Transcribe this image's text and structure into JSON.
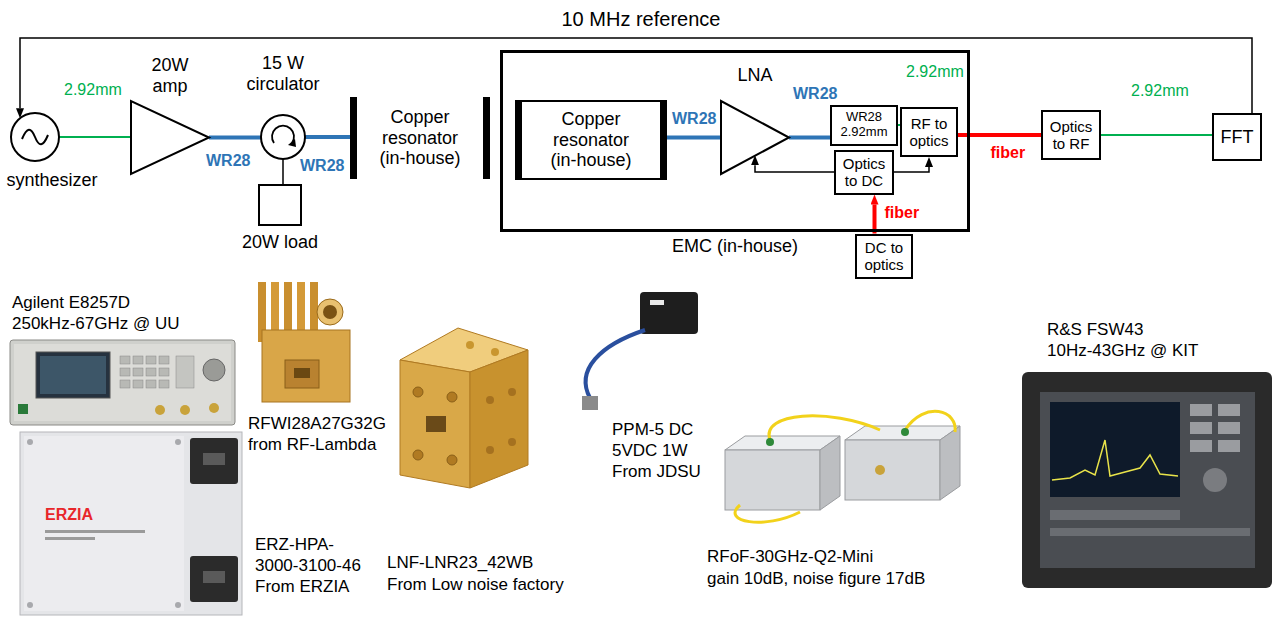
{
  "diagram": {
    "nodes": [
      {
        "text": [
          "synthesizer"
        ]
      },
      {
        "text": [
          "20W amp"
        ]
      },
      {
        "text": [
          "15 W circulator"
        ]
      },
      {
        "text": [
          "20W load"
        ]
      },
      {
        "text": [
          "Copper resonator (in-house)"
        ]
      },
      {
        "text": [
          "EMC (in-house)"
        ]
      },
      {
        "text": [
          "Copper resonator (in-house)"
        ],
        "in": 5
      },
      {
        "text": [
          "LNA"
        ],
        "in": 5
      },
      {
        "text": [
          "WR28 2.92mm"
        ],
        "in": 5
      },
      {
        "text": [
          "RF to optics"
        ],
        "in": 5
      },
      {
        "text": [
          "Optics to DC"
        ],
        "in": 5
      },
      {
        "text": [
          "DC to optics"
        ]
      },
      {
        "text": [
          "Optics to RF"
        ]
      },
      {
        "text": [
          "FFT"
        ]
      }
    ],
    "edges": [
      {
        "from": 13,
        "to": 0,
        "arrow": "to",
        "label": "10 MHz reference"
      },
      {
        "from": 0,
        "to": 1,
        "arrow": "none",
        "label": "2.92mm"
      },
      {
        "from": 1,
        "to": 2,
        "arrow": "none",
        "label": "WR28"
      },
      {
        "from": 2,
        "to": 4,
        "arrow": "none",
        "label": "WR28"
      },
      {
        "from": 2,
        "to": 3,
        "arrow": "none"
      },
      {
        "from": 6,
        "to": 7,
        "arrow": "none",
        "label": "WR28"
      },
      {
        "from": 7,
        "to": 8,
        "arrow": "none",
        "label": "WR28"
      },
      {
        "from": 8,
        "to": 9,
        "arrow": "none",
        "label": "2.92mm"
      },
      {
        "from": 9,
        "to": 12,
        "arrow": "none",
        "label": "fiber"
      },
      {
        "from": 12,
        "to": 13,
        "arrow": "none",
        "label": "2.92mm"
      },
      {
        "from": 11,
        "to": 10,
        "arrow": "to",
        "label": "fiber"
      },
      {
        "from": 10,
        "to": 7,
        "arrow": "to"
      },
      {
        "from": 10,
        "to": 9,
        "arrow": "to"
      }
    ],
    "labels": [
      "Agilent E8257D",
      "250kHz-67GHz @ UU",
      "RFWI28A27G32G",
      "from RF-Lambda",
      "PPM-5 DC",
      "5VDC 1W",
      "From JDSU",
      "R&S FSW43",
      "10Hz-43GHz @ KIT",
      "ERZIA",
      "RFoF-30GHz-Q2-Mini",
      "gain 10dB, noise figure 17dB",
      "ERZ-HPA-",
      "3000-3100-46",
      "From ERZIA",
      "LNF-LNR23_42WB",
      "From Low noise factory"
    ]
  }
}
